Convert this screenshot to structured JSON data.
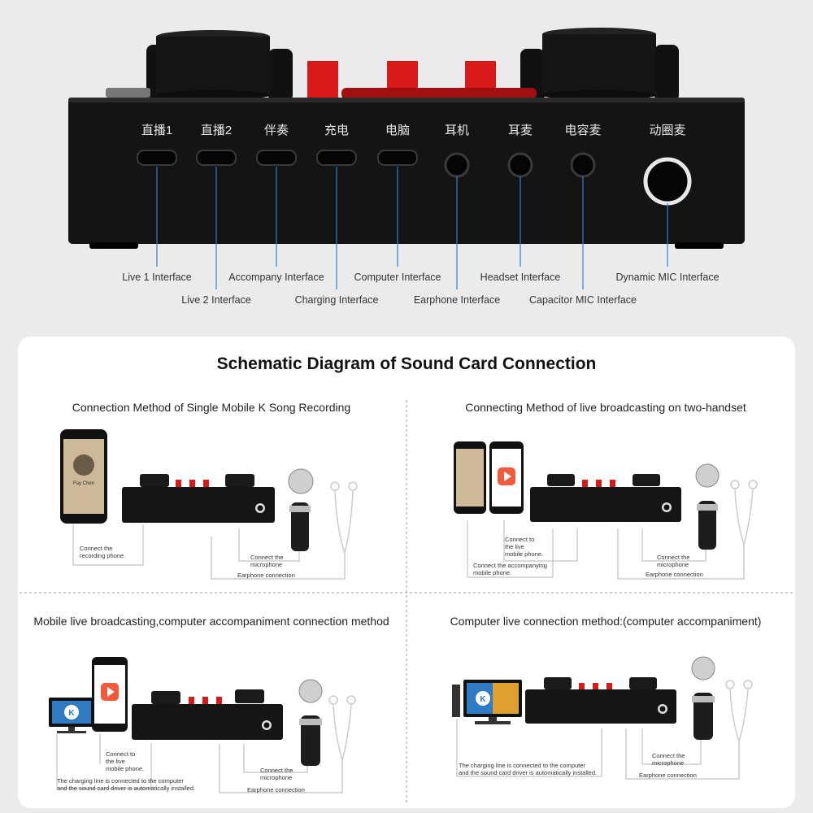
{
  "device": {
    "ports": [
      {
        "cn": "直播1",
        "label": "Live 1 Interface"
      },
      {
        "cn": "直播2",
        "label": "Live 2 Interface"
      },
      {
        "cn": "伴奏",
        "label": "Accompany Interface"
      },
      {
        "cn": "充电",
        "label": "Charging Interface"
      },
      {
        "cn": "电脑",
        "label": "Computer Interface"
      },
      {
        "cn": "耳机",
        "label": "Earphone Interface"
      },
      {
        "cn": "耳麦",
        "label": "Headset Interface"
      },
      {
        "cn": "电容麦",
        "label": "Capacitor MIC Interface"
      },
      {
        "cn": "动圈麦",
        "label": "Dynamic MIC Interface"
      }
    ]
  },
  "schematic": {
    "title": "Schematic Diagram of Sound Card Connection",
    "sections": [
      {
        "title": "Connection Method of Single Mobile K Song Recording",
        "phone_screen_text": "Fay Chen",
        "notes": [
          "Connect the recording phone.",
          "Connect the microphone",
          "Earphone connection"
        ]
      },
      {
        "title": "Connecting Method of live broadcasting on two-handset",
        "notes": [
          "Connect to the live mobile phone.",
          "Connect the accompanying mobile phone.",
          "Connect the microphone",
          "Earphone connection"
        ]
      },
      {
        "title": "Mobile live broadcasting,computer accompaniment connection method",
        "notes": [
          "Connect to the live mobile phone.",
          "The charging line is connected to the computer and the sound card driver is automatically installed.",
          "Connect the microphone",
          "Earphone connection"
        ]
      },
      {
        "title": "Computer live connection method:(computer accompaniment)",
        "notes": [
          "The charging line is connected to the computer and the sound card driver is automatically installed.",
          "Connect the microphone",
          "Earphone connection"
        ]
      }
    ]
  },
  "colors": {
    "device_body": "#141414",
    "accent_red": "#e01818",
    "page_bg": "#ebebeb",
    "card_bg": "#ffffff",
    "line": "#b5b5b5",
    "app_icon": "#f15a3a"
  }
}
